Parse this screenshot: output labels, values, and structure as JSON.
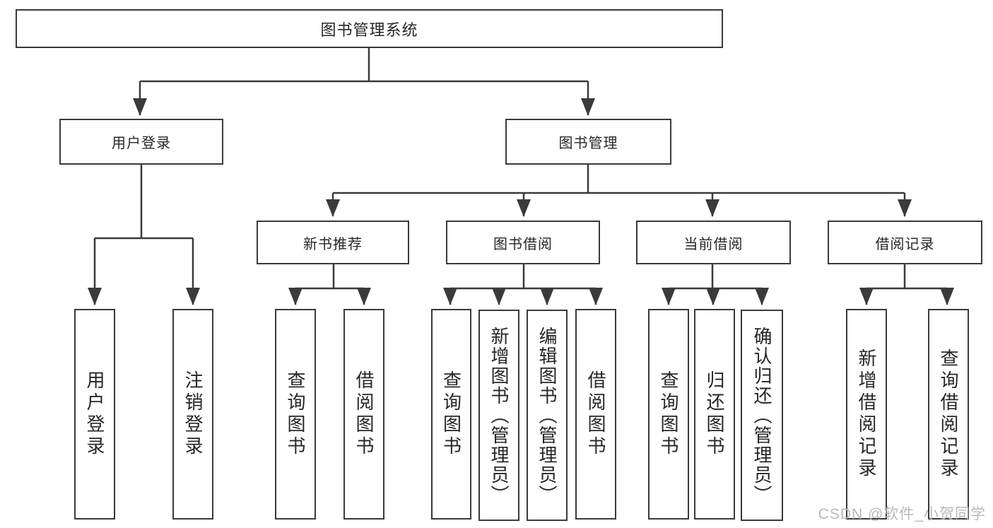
{
  "title": "图书管理系统",
  "watermark": "CSDN @软件_小贺同学",
  "colors": {
    "line": "#3a3a3a",
    "box_border": "#3a3a3a",
    "text": "#262626",
    "background": "#ffffff",
    "watermark": "#b9b9b9"
  },
  "tree": {
    "label": "图书管理系统",
    "children": [
      {
        "label": "用户登录",
        "children": [
          {
            "label": "用户登录"
          },
          {
            "label": "注销登录"
          }
        ]
      },
      {
        "label": "图书管理",
        "children": [
          {
            "label": "新书推荐",
            "children": [
              {
                "label": "查询图书"
              },
              {
                "label": "借阅图书"
              }
            ]
          },
          {
            "label": "图书借阅",
            "children": [
              {
                "label": "查询图书"
              },
              {
                "label": "新增图书（管理员）"
              },
              {
                "label": "编辑图书（管理员）"
              },
              {
                "label": "借阅图书"
              }
            ]
          },
          {
            "label": "当前借阅",
            "children": [
              {
                "label": "查询图书"
              },
              {
                "label": "归还图书"
              },
              {
                "label": "确认归还（管理员）"
              }
            ]
          },
          {
            "label": "借阅记录",
            "children": [
              {
                "label": "新增借阅记录"
              },
              {
                "label": "查询借阅记录"
              }
            ]
          }
        ]
      }
    ]
  }
}
